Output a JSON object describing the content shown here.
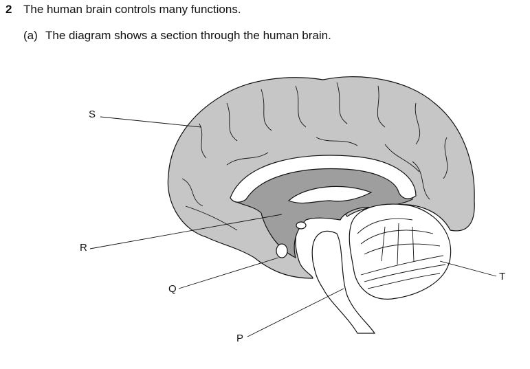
{
  "question": {
    "number": "2",
    "stem": "The human brain controls many functions.",
    "part_label": "(a)",
    "part_text": "The diagram shows a section through the human brain."
  },
  "diagram": {
    "labels": {
      "S": "S",
      "R": "R",
      "Q": "Q",
      "P": "P",
      "T": "T"
    }
  }
}
